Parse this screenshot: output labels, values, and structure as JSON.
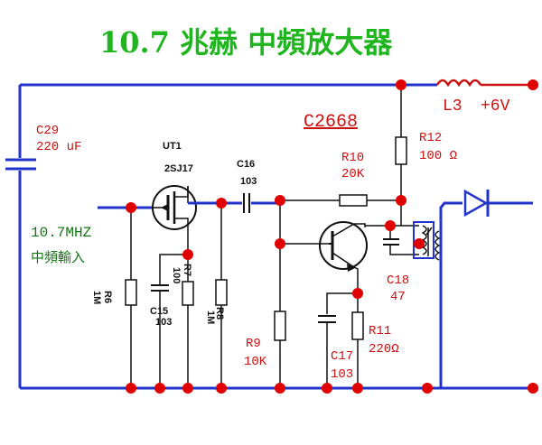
{
  "title": "10.7 兆赫 中頻放大器",
  "supply": {
    "label": "L3",
    "voltage": "+6V"
  },
  "ic_label": "C2668",
  "input": {
    "freq": "10.7MHZ",
    "desc": "中頻輸入"
  },
  "components": {
    "c29": {
      "name": "C29",
      "value": "220 uF"
    },
    "ut1": {
      "name": "UT1",
      "part": "2SJ17"
    },
    "c16": {
      "name": "C16",
      "value": "103"
    },
    "r10": {
      "name": "R10",
      "value": "20K"
    },
    "r12": {
      "name": "R12",
      "value": "100 Ω"
    },
    "r6": {
      "name": "R6",
      "value": "1M"
    },
    "c15": {
      "name": "C15",
      "value": "103"
    },
    "r7": {
      "name": "R7",
      "value": "100"
    },
    "r8": {
      "name": "R8",
      "value": "1M"
    },
    "r9": {
      "name": "R9",
      "value": "10K"
    },
    "c17": {
      "name": "C17",
      "value": "103"
    },
    "r11": {
      "name": "R11",
      "value": "220Ω"
    },
    "c18": {
      "name": "C18",
      "value": "47"
    }
  },
  "colors": {
    "title": "#1fb51f",
    "labels": "#cc1111",
    "wires": "#2233cc",
    "nodes": "#e00000"
  }
}
